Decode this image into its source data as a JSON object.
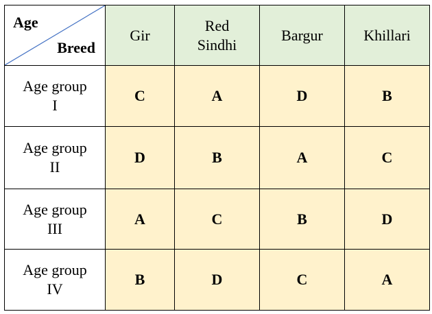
{
  "corner": {
    "row_label": "Age",
    "col_label": "Breed"
  },
  "breeds": [
    {
      "line1": "Gir",
      "line2": ""
    },
    {
      "line1": "Red",
      "line2": "Sindhi"
    },
    {
      "line1": "Bargur",
      "line2": ""
    },
    {
      "line1": "Khillari",
      "line2": ""
    }
  ],
  "rows": [
    {
      "label_line1": "Age group",
      "label_line2": "I",
      "cells": [
        "C",
        "A",
        "D",
        "B"
      ]
    },
    {
      "label_line1": "Age group",
      "label_line2": "II",
      "cells": [
        "D",
        "B",
        "A",
        "C"
      ]
    },
    {
      "label_line1": "Age group",
      "label_line2": "III",
      "cells": [
        "A",
        "C",
        "B",
        "D"
      ]
    },
    {
      "label_line1": "Age group",
      "label_line2": "IV",
      "cells": [
        "B",
        "D",
        "C",
        "A"
      ]
    }
  ],
  "colors": {
    "header_fill": "#e2efd9",
    "cell_fill": "#fff2cc",
    "diagonal_line": "#4472c4"
  }
}
